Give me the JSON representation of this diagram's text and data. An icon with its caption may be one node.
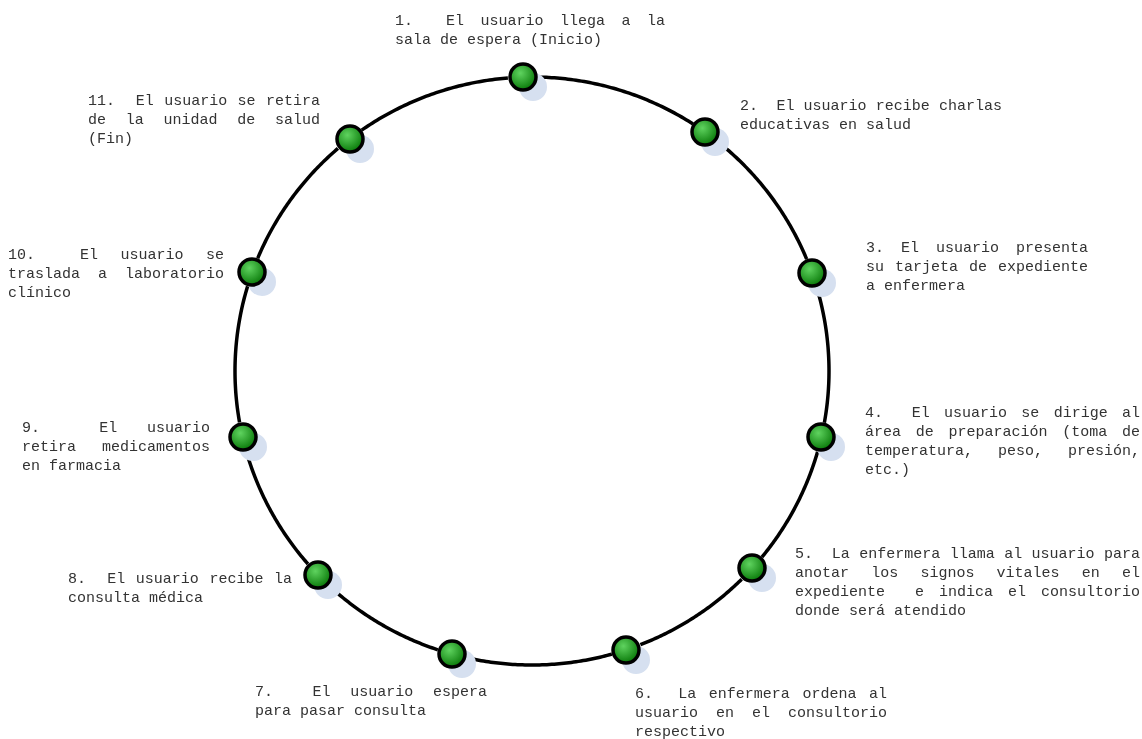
{
  "diagram": {
    "nodes": [
      {
        "text": [],
        "shape": "circle",
        "beside": [
          "1.  El usuario llega a la sala de espera (Inicio)"
        ]
      },
      {
        "text": [],
        "shape": "circle",
        "beside": [
          "2.  El usuario recibe charlas educativas en salud"
        ]
      },
      {
        "text": [],
        "shape": "circle",
        "beside": [
          "3. El usuario presenta su tarjeta de expediente a enfermera"
        ]
      },
      {
        "text": [],
        "shape": "circle",
        "beside": [
          "4.  El usuario se dirige al área de preparación (toma de temperatura, peso, presión, etc.)"
        ]
      },
      {
        "text": [],
        "shape": "circle",
        "beside": [
          "5.  La enfermera llama al usuario para anotar los signos vitales en el expediente  e indica el consultorio donde será atendido"
        ]
      },
      {
        "text": [],
        "shape": "circle",
        "beside": [
          "6.  La enfermera ordena al usuario en el consultorio respectivo"
        ]
      },
      {
        "text": [],
        "shape": "circle",
        "beside": [
          "7.  El usuario espera para pasar consulta"
        ]
      },
      {
        "text": [],
        "shape": "circle",
        "beside": [
          "8.  El usuario recibe la consulta médica"
        ]
      },
      {
        "text": [],
        "shape": "circle",
        "beside": [
          "9.  El usuario retira medicamentos en farmacia"
        ]
      },
      {
        "text": [],
        "shape": "circle",
        "beside": [
          "10.  El usuario se traslada a laboratorio clínico"
        ]
      },
      {
        "text": [],
        "shape": "circle",
        "beside": [
          "11.  El usuario se retira de la unidad de salud (Fin)"
        ]
      }
    ],
    "edges": [
      {
        "from": 0,
        "to": 1,
        "arrow": "none"
      },
      {
        "from": 1,
        "to": 2,
        "arrow": "none"
      },
      {
        "from": 2,
        "to": 3,
        "arrow": "none"
      },
      {
        "from": 3,
        "to": 4,
        "arrow": "none"
      },
      {
        "from": 4,
        "to": 5,
        "arrow": "none"
      },
      {
        "from": 5,
        "to": 6,
        "arrow": "none"
      },
      {
        "from": 6,
        "to": 7,
        "arrow": "none"
      },
      {
        "from": 7,
        "to": 8,
        "arrow": "none"
      },
      {
        "from": 8,
        "to": 9,
        "arrow": "none"
      },
      {
        "from": 9,
        "to": 10,
        "arrow": "none"
      },
      {
        "from": 10,
        "to": 0,
        "arrow": "none"
      }
    ]
  }
}
